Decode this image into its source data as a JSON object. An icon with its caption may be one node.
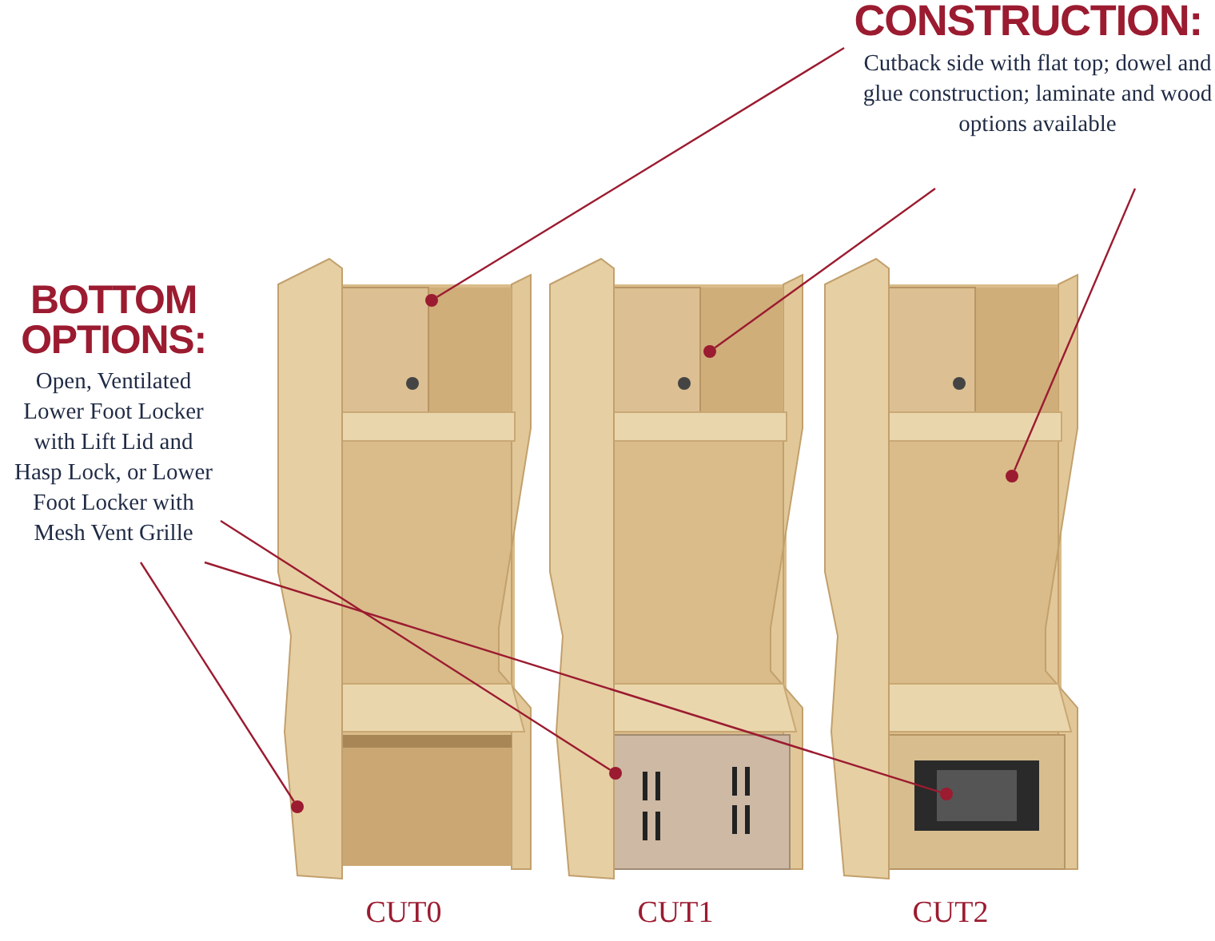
{
  "diagram": {
    "nodes": [
      {
        "text": [
          "CONSTRUCTION:",
          "Cutback side with flat top; dowel and glue construction; laminate and wood options available"
        ]
      },
      {
        "text": [
          "BOTTOM OPTIONS:",
          "Open, Ventilated Lower Foot Locker with Lift Lid and Hasp Lock, or Lower Foot Locker with Mesh Vent Grille"
        ]
      },
      {
        "text": [],
        "shape": "picture",
        "beside": [
          "CUT0"
        ]
      },
      {
        "text": [],
        "shape": "picture",
        "beside": [
          "CUT1"
        ]
      },
      {
        "text": [],
        "shape": "picture",
        "beside": [
          "CUT2"
        ]
      },
      {
        "text": [],
        "shape": "circle",
        "in": 2
      },
      {
        "text": [],
        "shape": "circle",
        "in": 3
      },
      {
        "text": [],
        "shape": "circle",
        "in": 4
      },
      {
        "text": [],
        "shape": "circle"
      },
      {
        "text": [],
        "shape": "circle"
      },
      {
        "text": [],
        "shape": "circle"
      }
    ],
    "edges": [
      {
        "from": 0,
        "to": 5,
        "arrow": "none"
      },
      {
        "from": 0,
        "to": 6,
        "arrow": "none"
      },
      {
        "from": 0,
        "to": 7,
        "arrow": "none"
      },
      {
        "from": 1,
        "to": 10,
        "arrow": "none"
      },
      {
        "from": 1,
        "to": 9,
        "arrow": "none"
      },
      {
        "from": 1,
        "to": 8,
        "arrow": "none"
      }
    ]
  }
}
